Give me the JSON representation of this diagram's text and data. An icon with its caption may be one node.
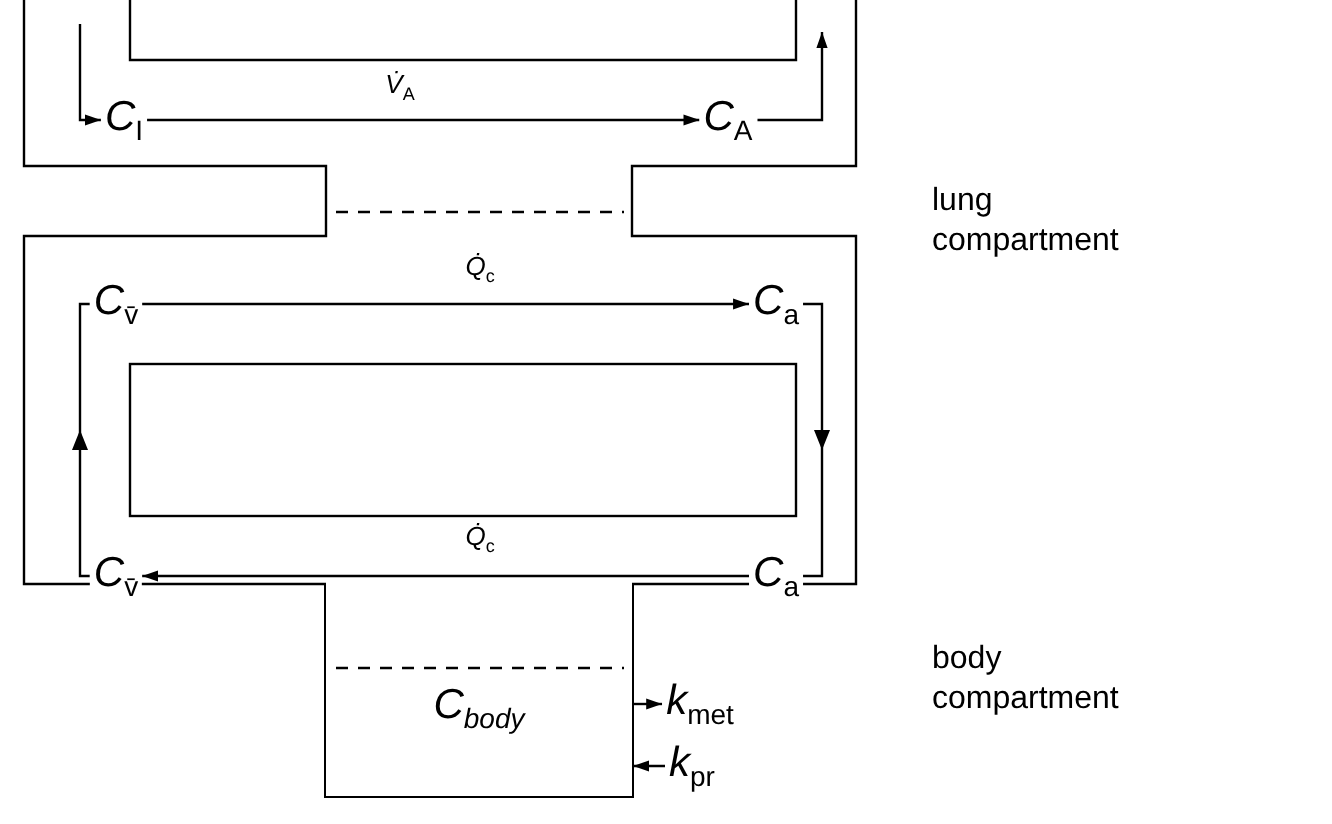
{
  "diagram": {
    "nodes": [
      {
        "text": [
          "C$_{I}$"
        ]
      },
      {
        "text": [
          "C$_{A}$"
        ]
      },
      {
        "text": [
          "C$_{v̄}$"
        ]
      },
      {
        "text": [
          "C$_{a}$"
        ]
      },
      {
        "text": [
          "C$_{v̄}$"
        ]
      },
      {
        "text": [
          "C$_{a}$"
        ]
      },
      {
        "text": [
          "C$_{body}$"
        ]
      },
      {
        "text": [
          "k$_{met}$"
        ]
      },
      {
        "text": [
          "k$_{pr}$"
        ]
      }
    ],
    "edges": [
      {
        "from": null,
        "to": 0,
        "arrow": "to"
      },
      {
        "from": 0,
        "to": 1,
        "arrow": "to",
        "label": "V̇$_{A}$"
      },
      {
        "from": 1,
        "to": null,
        "arrow": "to"
      },
      {
        "from": 2,
        "to": 3,
        "arrow": "to",
        "label": "Q̇$_{c}$"
      },
      {
        "from": 3,
        "to": 5,
        "arrow": "to"
      },
      {
        "from": 5,
        "to": 4,
        "arrow": "to",
        "label": "Q̇$_{c}$"
      },
      {
        "from": 4,
        "to": 2,
        "arrow": "to"
      },
      {
        "from": 6,
        "to": 7,
        "arrow": "to"
      },
      {
        "from": 8,
        "to": 6,
        "arrow": "to"
      }
    ],
    "labels": [
      "lung compartment",
      "body compartment"
    ]
  }
}
